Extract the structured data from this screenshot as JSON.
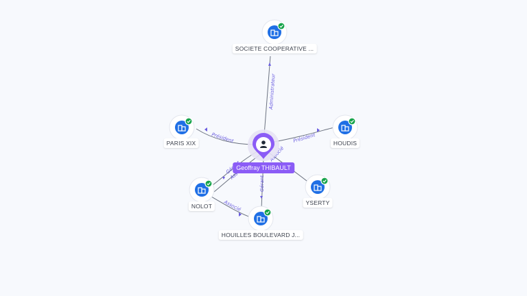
{
  "center": {
    "name": "Geoffray THIBAULT",
    "icon": "person-icon"
  },
  "companies": [
    {
      "id": "societe",
      "name": "SOCIETE COOPERATIVE ...",
      "icon": "building-icon",
      "status_icon": "verified-check-icon"
    },
    {
      "id": "parisxix",
      "name": "PARIS XIX",
      "icon": "building-icon",
      "status_icon": "verified-check-icon"
    },
    {
      "id": "houdis",
      "name": "HOUDIS",
      "icon": "building-icon",
      "status_icon": "verified-check-icon"
    },
    {
      "id": "nolot",
      "name": "NOLOT",
      "icon": "building-icon",
      "status_icon": "verified-check-icon"
    },
    {
      "id": "yserty",
      "name": "YSERTY",
      "icon": "building-icon",
      "status_icon": "verified-check-icon"
    },
    {
      "id": "houilles",
      "name": "HOUILLES BOULEVARD J...",
      "icon": "building-icon",
      "status_icon": "verified-check-icon"
    }
  ],
  "relations": [
    {
      "to": "societe",
      "label": "Administrateur"
    },
    {
      "to": "parisxix",
      "label": "Président"
    },
    {
      "to": "houdis",
      "label": "Président"
    },
    {
      "to": "nolot",
      "label": "Gérant"
    },
    {
      "to": "nolot",
      "label": "Associé"
    },
    {
      "to": "houilles",
      "label": "Gérant"
    },
    {
      "to": "yserty",
      "label": "Associé"
    },
    {
      "from": "nolot",
      "to": "houilles",
      "label": "Associé"
    }
  ],
  "colors": {
    "background": "#f7f9fd",
    "person_accent": "#8b5cf6",
    "company_blue": "#1f6fe5",
    "verified_green": "#16a34a",
    "relation_label": "#6a5ce0"
  }
}
